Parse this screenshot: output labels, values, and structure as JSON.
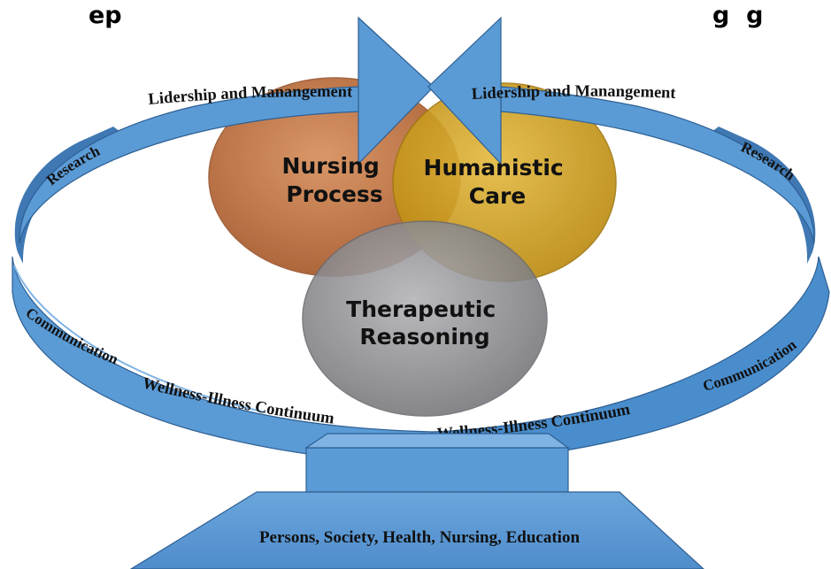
{
  "title": "ep                                                                       g  g",
  "circles": {
    "nursing_process": [
      "Nursing",
      "Process"
    ],
    "humanistic_care": [
      "Humanistic",
      "Care"
    ],
    "therapeutic_reasoning": [
      "Therapeutic",
      "Reasoning"
    ]
  },
  "ring_labels": {
    "top_left": "Lidership and Manangement",
    "top_right": "Lidership and Manangement",
    "research_left": "Research",
    "research_right": "Research",
    "communication_left": "Communication",
    "communication_right": "Communication",
    "continuum_left": "Wellness-Illness Continuum",
    "continuum_right": "Wellness-Illness Continuum"
  },
  "base_label": "Persons, Society, Health, Nursing, Education",
  "colors": {
    "ring": "#5b9bd5",
    "ring_dark": "#3f78b3",
    "ring_edge": "#2e5f93",
    "nursing_process": "#c0703f",
    "humanistic_care": "#d4a21c",
    "therapeutic_reasoning": "#8c8c90"
  }
}
